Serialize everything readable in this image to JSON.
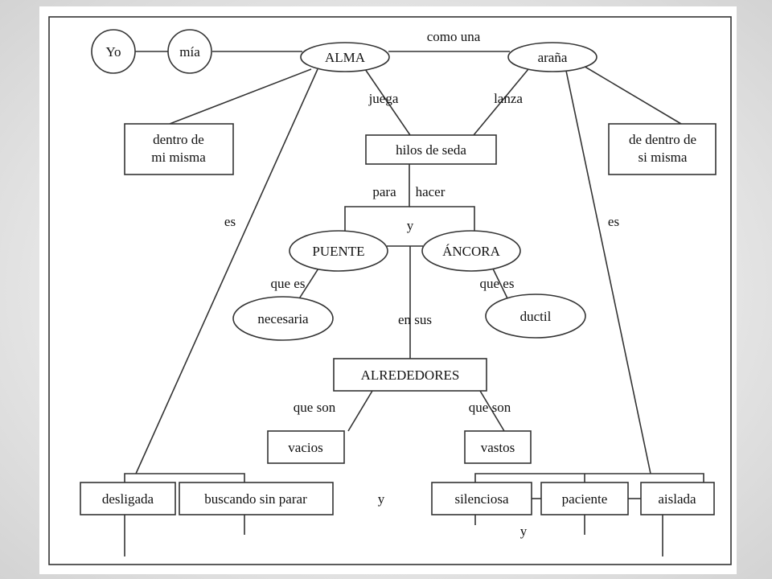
{
  "nodes": {
    "yo": "Yo",
    "mia": "mía",
    "alma": "ALMA",
    "arana": "araña",
    "dentro_mi_1": "dentro de",
    "dentro_mi_2": "mi misma",
    "hilos": "hilos de seda",
    "dentro_si_1": "de dentro de",
    "dentro_si_2": "si misma",
    "puente": "PUENTE",
    "ancora": "ÁNCORA",
    "necesaria": "necesaria",
    "ductil": "ductil",
    "alrededores": "ALREDEDORES",
    "vacios": "vacios",
    "vastos": "vastos",
    "desligada": "desligada",
    "buscando": "buscando sin parar",
    "silenciosa": "silenciosa",
    "paciente": "paciente",
    "aislada": "aislada"
  },
  "links": {
    "como_una": "como una",
    "juega": "juega",
    "lanza": "lanza",
    "para": "para",
    "hacer": "hacer",
    "y_mid": "y",
    "es_left": "es",
    "es_right": "es",
    "que_es_left": "que es",
    "que_es_right": "que es",
    "en_sus": "en sus",
    "que_son_left": "que son",
    "que_son_right": "que son",
    "y_bottom": "y",
    "y_lower": "y"
  }
}
